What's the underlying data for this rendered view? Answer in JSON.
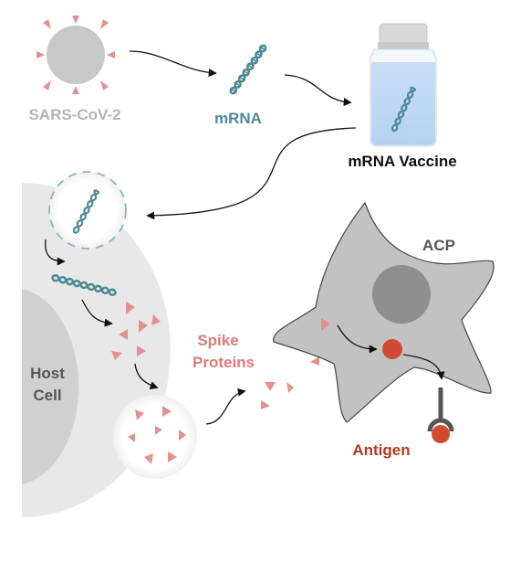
{
  "labels": {
    "virus": "SARS-CoV-2",
    "mrna": "mRNA",
    "vaccine": "mRNA Vaccine",
    "host_line1": "Host",
    "host_line2": "Cell",
    "spike_line1": "Spike",
    "spike_line2": "Proteins",
    "acp": "ACP",
    "antigen": "Antigen"
  },
  "colors": {
    "virus": "#c8c8c8",
    "spike": "#e3918f",
    "mrna": "#4a8b93",
    "antigen": "#d34a33",
    "cell": "#e8e8e8",
    "nucleus": "#d0d0d0"
  }
}
